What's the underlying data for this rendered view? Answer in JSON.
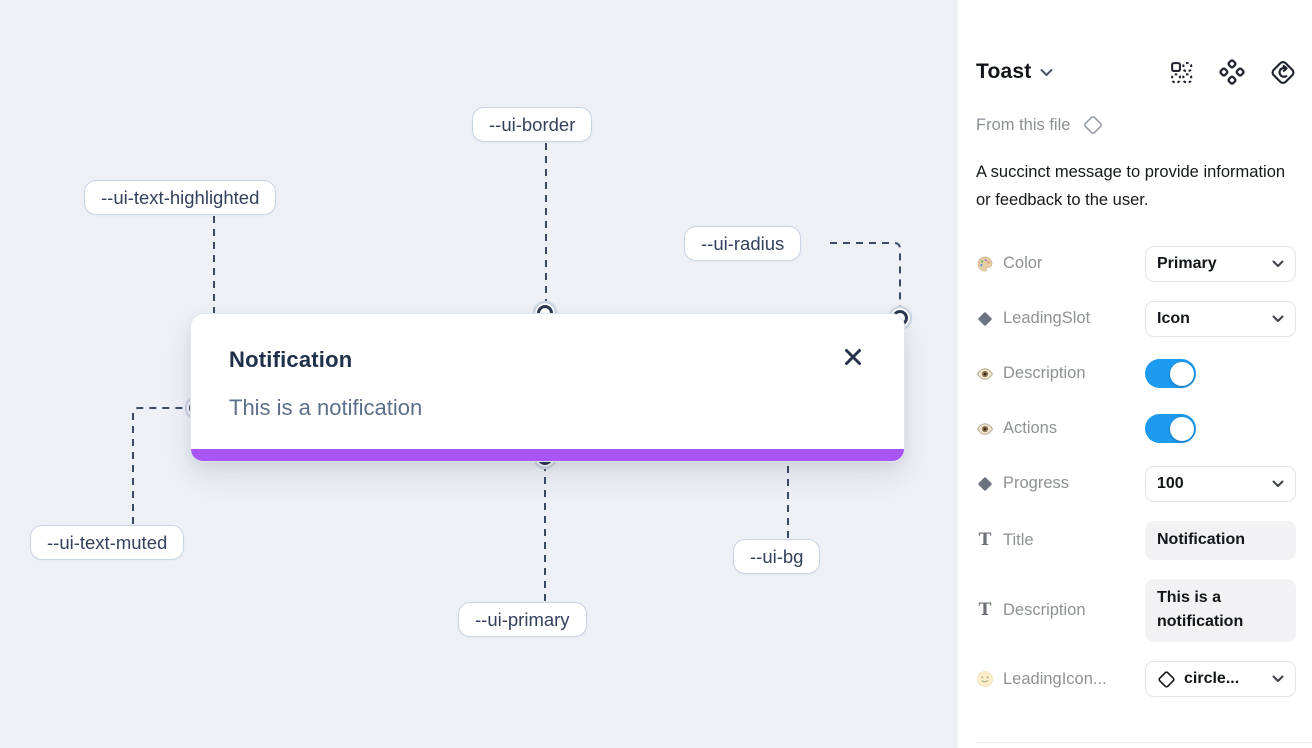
{
  "colors": {
    "canvas_bg": "#edf1f6",
    "primary_purple": "#a855f7",
    "toggle_on_blue": "#1d9bf0",
    "connector_line": "#3b4a63",
    "toast_title_text": "#20304a",
    "toast_muted_text": "#5c6f8a"
  },
  "canvas": {
    "toast": {
      "title": "Notification",
      "description": "This is a notification"
    },
    "annotations": [
      {
        "id": "ui-border",
        "label": "--ui-border"
      },
      {
        "id": "ui-text-highlighted",
        "label": "--ui-text-highlighted"
      },
      {
        "id": "ui-radius",
        "label": "--ui-radius"
      },
      {
        "id": "ui-text-muted",
        "label": "--ui-text-muted"
      },
      {
        "id": "ui-primary",
        "label": "--ui-primary"
      },
      {
        "id": "ui-bg",
        "label": "--ui-bg"
      }
    ]
  },
  "panel": {
    "title": "Toast",
    "source_label": "From this file",
    "description": "A succinct message to provide information or feedback to the user.",
    "header_icons": [
      "library-grid-icon",
      "component-icon",
      "swap-instance-icon"
    ],
    "properties": [
      {
        "label": "Color",
        "icon": "palette-icon",
        "control": "select",
        "value": "Primary"
      },
      {
        "label": "LeadingSlot",
        "icon": "diamond-icon",
        "control": "select",
        "value": "Icon"
      },
      {
        "label": "Description",
        "icon": "eye-icon",
        "control": "toggle",
        "state": "on"
      },
      {
        "label": "Actions",
        "icon": "eye-icon",
        "control": "toggle",
        "state": "on"
      },
      {
        "label": "Progress",
        "icon": "diamond-icon",
        "control": "select",
        "value": "100"
      },
      {
        "label": "Title",
        "icon": "text-icon",
        "control": "textfield",
        "value": "Notification"
      },
      {
        "label": "Description",
        "icon": "text-icon",
        "control": "textfield",
        "value": "This is a notification"
      },
      {
        "label": "LeadingIcon...",
        "icon": "smiley-icon",
        "control": "select-icon",
        "value": "circle..."
      }
    ]
  }
}
